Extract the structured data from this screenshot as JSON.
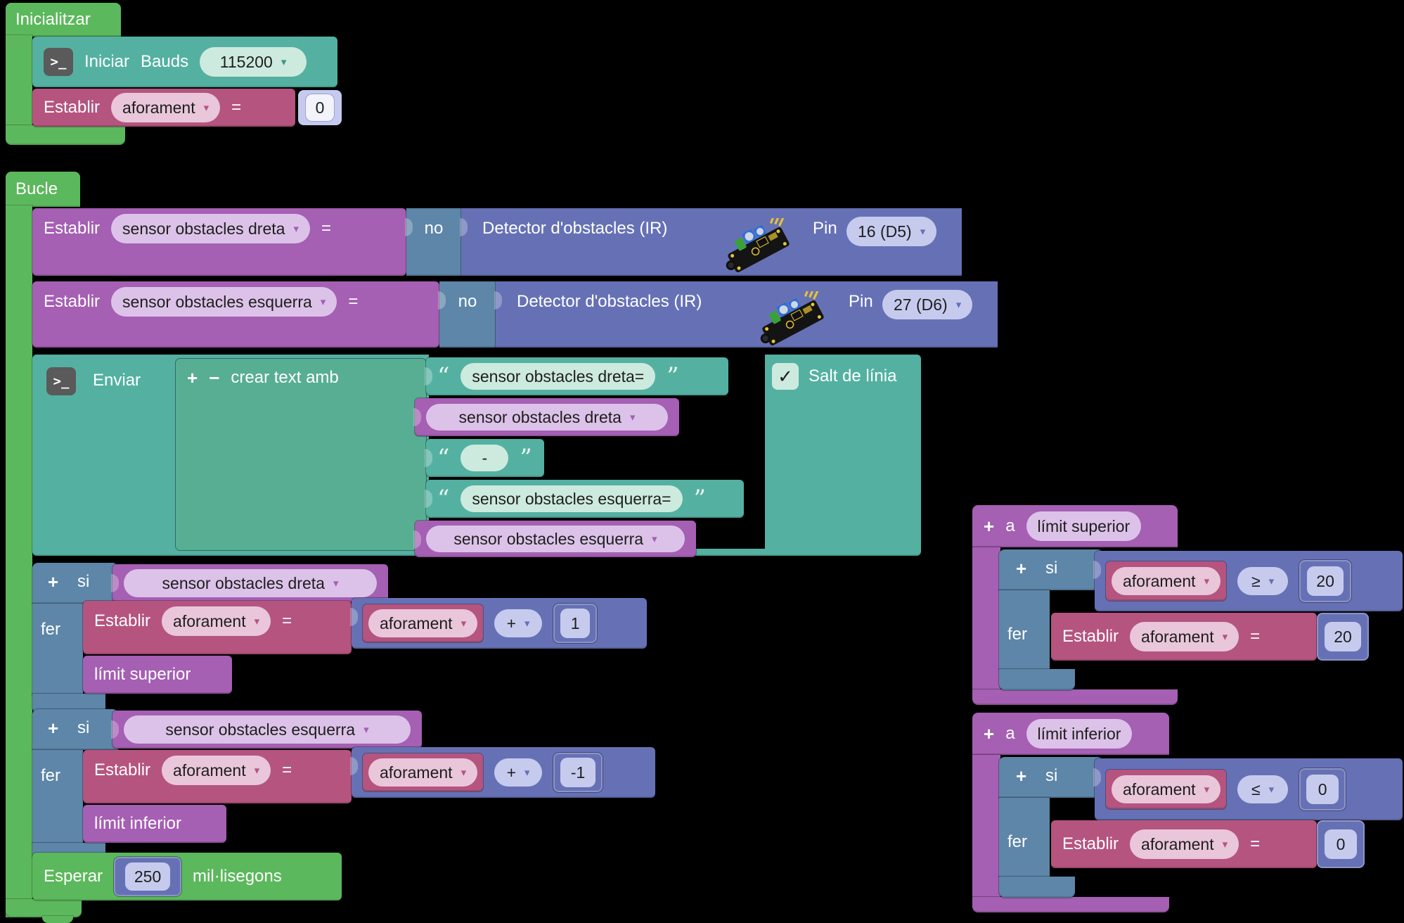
{
  "icons": {
    "dropdown": "▾",
    "check": "✓",
    "plus": "+",
    "minus": "−",
    "quote_open": "“",
    "quote_close": "”",
    "terminal": ">_",
    "equals": "="
  },
  "palette": {
    "green": "#5cb85c",
    "teal": "#54b1a1",
    "purple": "#a55fb3",
    "rose": "#b5547f",
    "slate": "#6671b5",
    "steel": "#5d86a8"
  },
  "init": {
    "title": "Inicialitzar",
    "serial": {
      "label": "Iniciar",
      "bauds_label": "Bauds",
      "baud_value": "115200"
    },
    "set": {
      "label": "Establir",
      "var": "aforament",
      "value": "0"
    }
  },
  "loop": {
    "title": "Bucle",
    "sensors": [
      {
        "set_label": "Establir",
        "var": "sensor obstacles dreta",
        "not": "no",
        "device": "Detector d'obstacles (IR)",
        "pin_label": "Pin",
        "pin": "16 (D5)"
      },
      {
        "set_label": "Establir",
        "var": "sensor obstacles esquerra",
        "not": "no",
        "device": "Detector d'obstacles (IR)",
        "pin_label": "Pin",
        "pin": "27 (D6)"
      }
    ],
    "send": {
      "label": "Enviar",
      "create_label": "crear text amb",
      "texts": [
        "sensor obstacles dreta=",
        "-",
        "sensor obstacles esquerra="
      ],
      "vars": [
        "sensor obstacles dreta",
        "sensor obstacles esquerra"
      ],
      "newline_label": "Salt de línia"
    },
    "ifs": [
      {
        "si": "si",
        "fer": "fer",
        "cond_var": "sensor obstacles dreta",
        "set_label": "Establir",
        "set_var": "aforament",
        "math_var": "aforament",
        "op": "+",
        "operand": "1",
        "call": "límit superior"
      },
      {
        "si": "si",
        "fer": "fer",
        "cond_var": "sensor obstacles esquerra",
        "set_label": "Establir",
        "set_var": "aforament",
        "math_var": "aforament",
        "op": "+",
        "operand": "-1",
        "call": "límit inferior"
      }
    ],
    "wait": {
      "label": "Esperar",
      "value": "250",
      "unit": "mil·lisegons"
    }
  },
  "functions": [
    {
      "a": "a",
      "name": "límit superior",
      "si": "si",
      "fer": "fer",
      "cond_var": "aforament",
      "op": "≥",
      "cond_value": "20",
      "set_label": "Establir",
      "set_var": "aforament",
      "set_value": "20"
    },
    {
      "a": "a",
      "name": "límit inferior",
      "si": "si",
      "fer": "fer",
      "cond_var": "aforament",
      "op": "≤",
      "cond_value": "0",
      "set_label": "Establir",
      "set_var": "aforament",
      "set_value": "0"
    }
  ]
}
